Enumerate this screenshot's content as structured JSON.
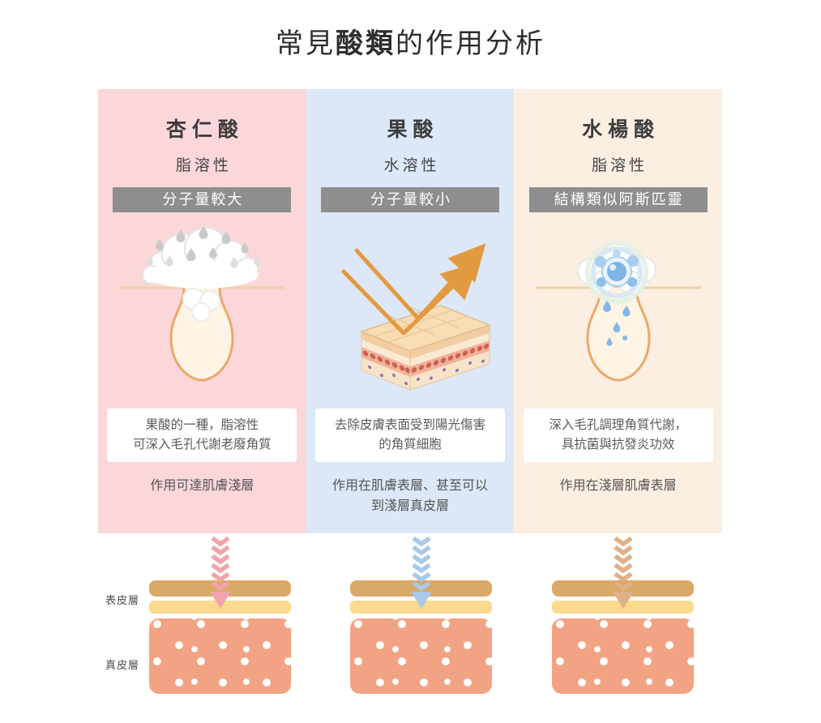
{
  "title": {
    "prefix": "常見",
    "emphasis": "酸類",
    "suffix": "的作用分析"
  },
  "columns": [
    {
      "name": "杏仁酸",
      "solubility": "脂溶性",
      "badge": "分子量較大",
      "description": "果酸的一種，脂溶性\n可深入毛孔代謝老廢角質",
      "effect": "作用可達肌膚淺層",
      "illustration_icon": "droplet-cloud-pore-icon"
    },
    {
      "name": "果酸",
      "solubility": "水溶性",
      "badge": "分子量較小",
      "description": "去除皮膚表面受到陽光傷害\n的角質細胞",
      "effect": "作用在肌膚表層、甚至可以\n到淺層真皮層",
      "illustration_icon": "skin-block-reflect-arrows-icon"
    },
    {
      "name": "水楊酸",
      "solubility": "脂溶性",
      "badge": "結構類似阿斯匹靈",
      "description": "深入毛孔調理角質代謝，\n具抗菌與抗發炎功效",
      "effect": "作用在淺層肌膚表層",
      "illustration_icon": "pore-bubble-cleansing-icon"
    }
  ],
  "skin_diagram": {
    "epidermis_label": "表皮層",
    "dermis_label": "真皮層"
  },
  "colors": {
    "column1_bg": "#fbd7da",
    "column2_bg": "#dce8f7",
    "column3_bg": "#fdeee2",
    "badge_bg": "#8e8e8e",
    "arrow1": "#f2a3ab",
    "arrow2": "#abc7e9",
    "arrow3": "#e0b088",
    "epidermis_top": "#d9a967",
    "epidermis_bottom": "#fbda8e",
    "dermis": "#f2a383"
  }
}
